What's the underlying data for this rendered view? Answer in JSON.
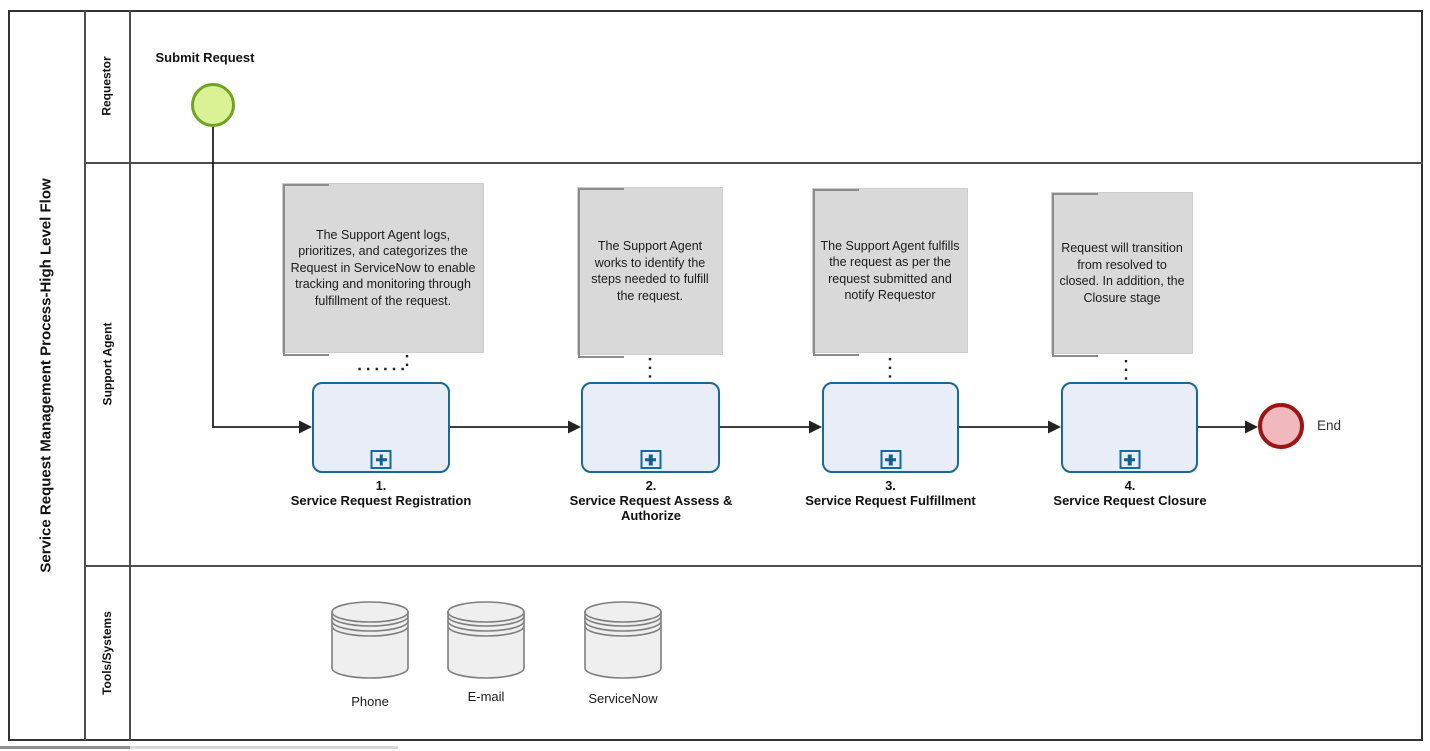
{
  "pool": {
    "title": "Service Request Management Process-High Level Flow",
    "lanes": [
      {
        "label": "Requestor"
      },
      {
        "label": "Support Agent"
      },
      {
        "label": "Tools/Systems"
      }
    ]
  },
  "process": {
    "start_event": {
      "label": "Submit Request"
    },
    "end_event": {
      "label": "End"
    },
    "tasks": [
      {
        "number": "1.",
        "name": "Service Request Registration",
        "marker": "subprocess-plus"
      },
      {
        "number": "2.",
        "name": "Service Request Assess & Authorize",
        "marker": "subprocess-plus"
      },
      {
        "number": "3.",
        "name": "Service Request Fulfillment",
        "marker": "subprocess-plus"
      },
      {
        "number": "4.",
        "name": "Service Request Closure",
        "marker": "subprocess-plus"
      }
    ],
    "annotations": [
      {
        "text": "The Support Agent logs, prioritizes, and categorizes the Request in ServiceNow to enable tracking and monitoring through fulfillment of the request."
      },
      {
        "text": "The Support Agent works to identify the steps needed to fulfill the request."
      },
      {
        "text": "The Support Agent fulfills the request as per the request submitted and notify Requestor"
      },
      {
        "text": "Request will transition from resolved to closed. In addition, the Closure stage"
      }
    ],
    "datastores": [
      {
        "label": "Phone"
      },
      {
        "label": "E-mail"
      },
      {
        "label": "ServiceNow"
      }
    ]
  },
  "colors": {
    "start_event_fill": "#daf295",
    "start_event_border": "#6fa322",
    "end_event_fill": "#efb9bd",
    "end_event_border": "#9c1616",
    "task_fill": "#e9edf8",
    "task_border": "#16699b",
    "annotation_fill": "#d9d9d9",
    "datastore_fill": "#efefef",
    "connector": "#222222"
  }
}
